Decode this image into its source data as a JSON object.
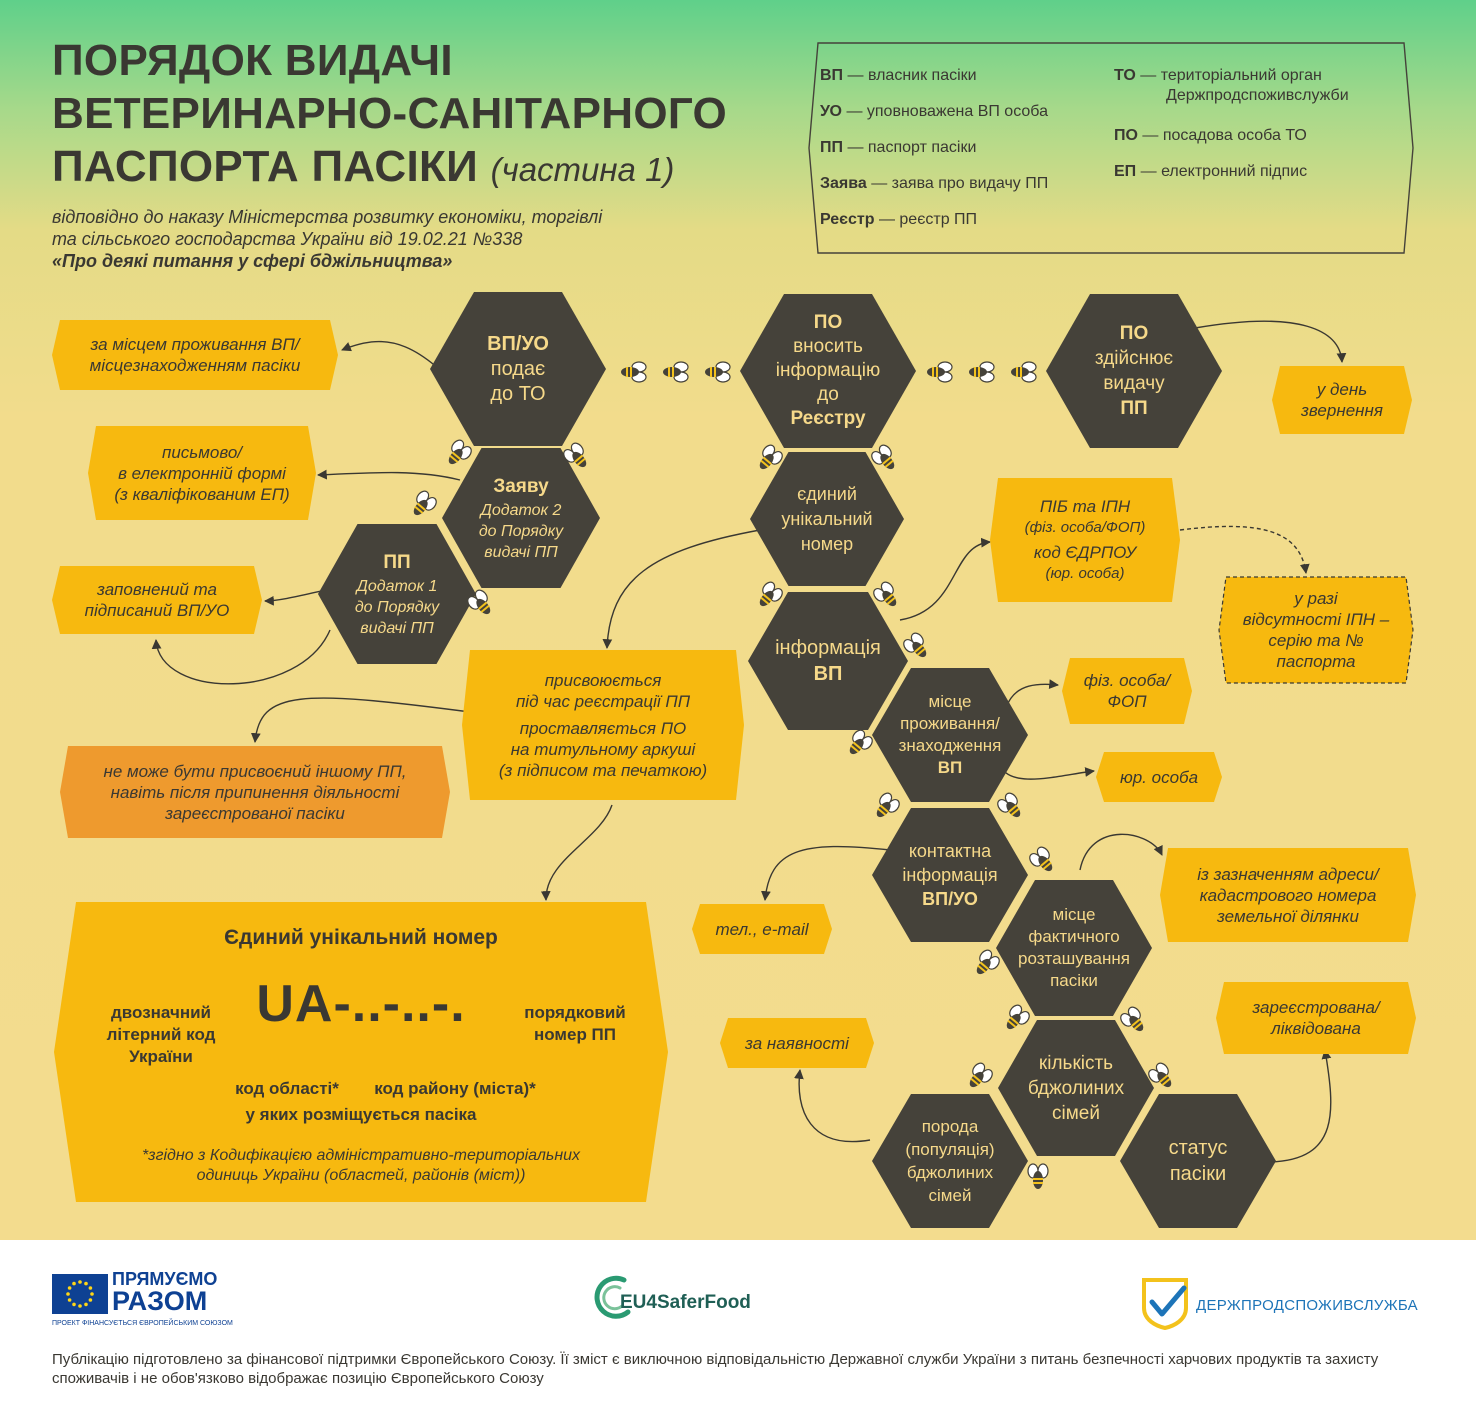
{
  "header": {
    "title_lines": [
      "ПОРЯДОК ВИДАЧІ",
      "ВЕТЕРИНАРНО-САНІТАРНОГО",
      "ПАСПОРТА ПАСІКИ"
    ],
    "title_part": "(частина 1)",
    "subtitle_lines": [
      "відповідно до наказу Міністерства розвитку економіки, торгівлі",
      "та сільського господарства України від 19.02.21 №338"
    ],
    "subtitle_bold": "«Про деякі питання у сфері бджільництва»"
  },
  "legend": [
    {
      "abbr": "ВП",
      "text": "власник пасіки"
    },
    {
      "abbr": "УО",
      "text": "уповноважена ВП особа"
    },
    {
      "abbr": "ПП",
      "text": "паспорт пасіки"
    },
    {
      "abbr": "Заява",
      "text": "заява про видачу ПП"
    },
    {
      "abbr": "Реєстр",
      "text": "реєстр ПП"
    },
    {
      "abbr": "ТО",
      "text": "територіальний орган",
      "text2": "Держпродспоживслужби"
    },
    {
      "abbr": "ПО",
      "text": "посадова особа ТО"
    },
    {
      "abbr": "ЕП",
      "text": "електронний підпис"
    }
  ],
  "hexes": {
    "submit": [
      "ВП/УО",
      "подає",
      "до ТО"
    ],
    "registry": [
      "ПО",
      "вносить",
      "інформацію",
      "до",
      "Реєстру"
    ],
    "issue": [
      "ПО",
      "здійснює",
      "видачу",
      "ПП"
    ],
    "application": [
      "Заяву",
      "Додаток 2",
      "до Порядку",
      "видачі ПП"
    ],
    "passport": [
      "ПП",
      "Додаток 1",
      "до Порядку",
      "видачі ПП"
    ],
    "unique": [
      "єдиний",
      "унікальний",
      "номер"
    ],
    "info": [
      "інформація",
      "ВП"
    ],
    "residence": [
      "місце",
      "проживання/",
      "знаходження",
      "ВП"
    ],
    "contact": [
      "контактна",
      "інформація",
      "ВП/УО"
    ],
    "location": [
      "місце",
      "фактичного",
      "розташування",
      "пасіки"
    ],
    "colonies": [
      "кількість",
      "бджолиних",
      "сімей"
    ],
    "breed": [
      "порода",
      "(популяція)",
      "бджолиних",
      "сімей"
    ],
    "status": [
      "статус",
      "пасіки"
    ]
  },
  "notes": {
    "place": [
      "за місцем проживання ВП/",
      "місцезнаходженням пасіки"
    ],
    "day": [
      "у день",
      "звернення"
    ],
    "form": [
      "письмово/",
      "в електронній формі",
      "(з кваліфікованим ЕП)"
    ],
    "signed": [
      "заповнений та",
      "підписаний ВП/УО"
    ],
    "pib": [
      "ПІБ та ІПН",
      "(фіз. особа/ФОП)",
      "код ЄДРПОУ",
      "(юр. особа)"
    ],
    "noipn": [
      "у разі",
      "відсутності ІПН –",
      "серію та №",
      "паспорта"
    ],
    "assigned": [
      "присвоюється",
      "під час реєстрації ПП",
      "проставляється ПО",
      "на титульному аркуші",
      "(з підписом та печаткою)"
    ],
    "cannot": [
      "не може бути присвоєний іншому ПП,",
      "навіть після припинення діяльності",
      "зареєстрованої пасіки"
    ],
    "fiz": [
      "фіз. особа/",
      "ФОП"
    ],
    "yur": "юр. особа",
    "tel": "тел., e-mail",
    "address": [
      "із зазначенням адреси/",
      "кадастрового номера",
      "земельної ділянки"
    ],
    "registered": [
      "зареєстрована/",
      "ліквідована"
    ],
    "available": "за наявності"
  },
  "uid_box": {
    "title": "Єдиний унікальний номер",
    "code": "UA-..-..-.",
    "left": [
      "двозначний",
      "літерний код",
      "України"
    ],
    "right": [
      "порядковий",
      "номер ПП"
    ],
    "region": "код області*",
    "district": "код району (міста)*",
    "where": "у яких розміщується пасіка",
    "footnote": [
      "*згідно з Кодифікацією адміністративно-територіальних",
      "одиниць України (областей, районів (міст))"
    ]
  },
  "footer": {
    "eu_line1": "ПРЯМУЄМО",
    "eu_line2": "РАЗОМ",
    "eu_small": "ПРОЕКТ ФІНАНСУЄТЬСЯ ЄВРОПЕЙСЬКИМ СОЮЗОМ",
    "eu4": "EU4SaferFood",
    "dps": "ДЕРЖПРОДСПОЖИВСЛУЖБА",
    "disclaimer": "Публікацію підготовлено за фінансової підтримки Європейського Союзу. Її зміст є виключною відповідальністю Державної служби України з питань безпечності харчових продуктів та захисту споживачів і не обов'язково відображає позицію Європейського Союзу"
  },
  "colors": {
    "hex": "#45423a",
    "hex_text": "#f6d98a",
    "note": "#f7b90f",
    "warning": "#ee9a2e",
    "eu_blue": "#0e4193",
    "green": "#2a9a72"
  }
}
